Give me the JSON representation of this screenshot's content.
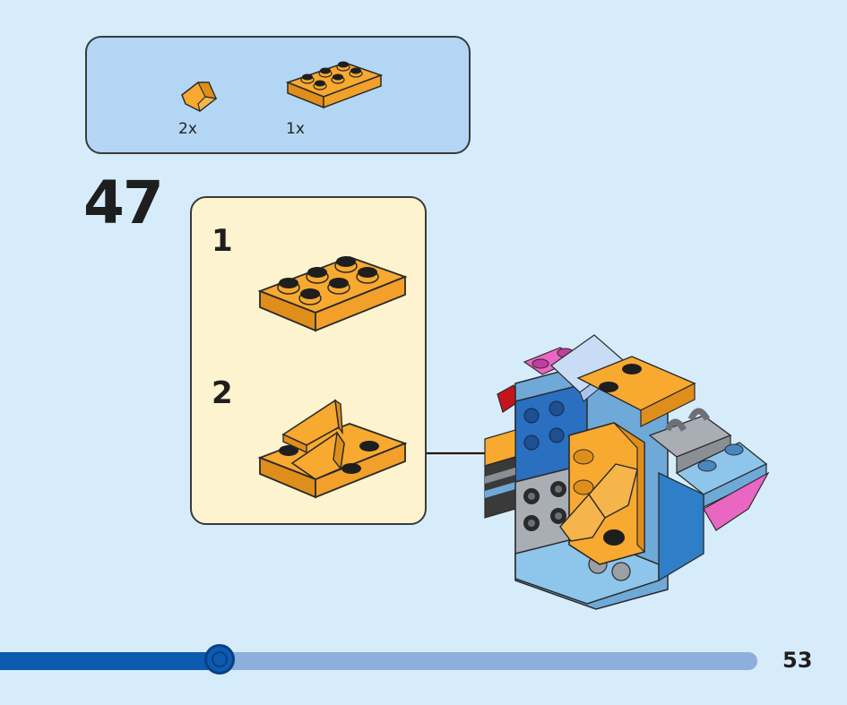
{
  "parts_list": {
    "items": [
      {
        "icon": "slope-brick-orange",
        "quantity": "2x"
      },
      {
        "icon": "plate-2x4-orange",
        "quantity": "1x"
      }
    ]
  },
  "step": {
    "number": "47",
    "substeps": [
      {
        "number": "1",
        "icon": "plate-2x4-orange"
      },
      {
        "number": "2",
        "icon": "plate-with-slopes-orange"
      }
    ]
  },
  "progress": {
    "fraction": 0.29
  },
  "page_number": "53",
  "colors": {
    "background": "#d6ecfb",
    "parts_box": "#b3d6f5",
    "substeps_box": "#fdf3cf",
    "brick_orange": "#f7a930",
    "progress_fill": "#0b5bb0",
    "progress_track": "#8eaedc"
  }
}
